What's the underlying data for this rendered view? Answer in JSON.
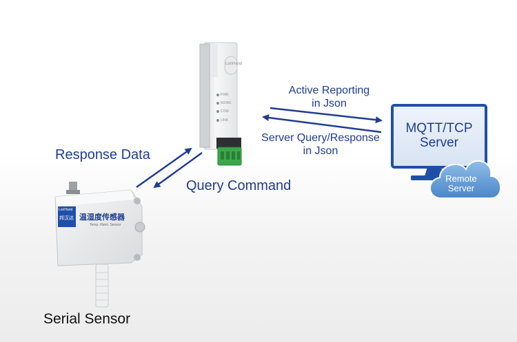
{
  "labels": {
    "active_reporting": "Active Reporting",
    "active_reporting_2": "in Json",
    "server_query": "Server Query/Response",
    "server_query_2": "in Json",
    "response_data": "Response Data",
    "query_command": "Query Command",
    "serial_sensor": "Serial Sensor"
  },
  "monitor": {
    "line1": "MQTT/TCP",
    "line2": "Server"
  },
  "cloud": {
    "line1": "Remote",
    "line2": "Server"
  },
  "sensor_box": {
    "brand": "LonHand",
    "brand_cn": "邦汉达",
    "title_cn": "温湿度传感器",
    "subtitle": "Temp. Humi. Sensor"
  },
  "gateway": {
    "brand": "LonHand",
    "led_labels": [
      "PWR",
      "WORK",
      "COM",
      "LINK"
    ]
  },
  "colors": {
    "arrow": "#1f3d8f",
    "accent": "#1f4fa8",
    "terminal": "#3aa84a",
    "cloud": "#5b9bd5"
  }
}
